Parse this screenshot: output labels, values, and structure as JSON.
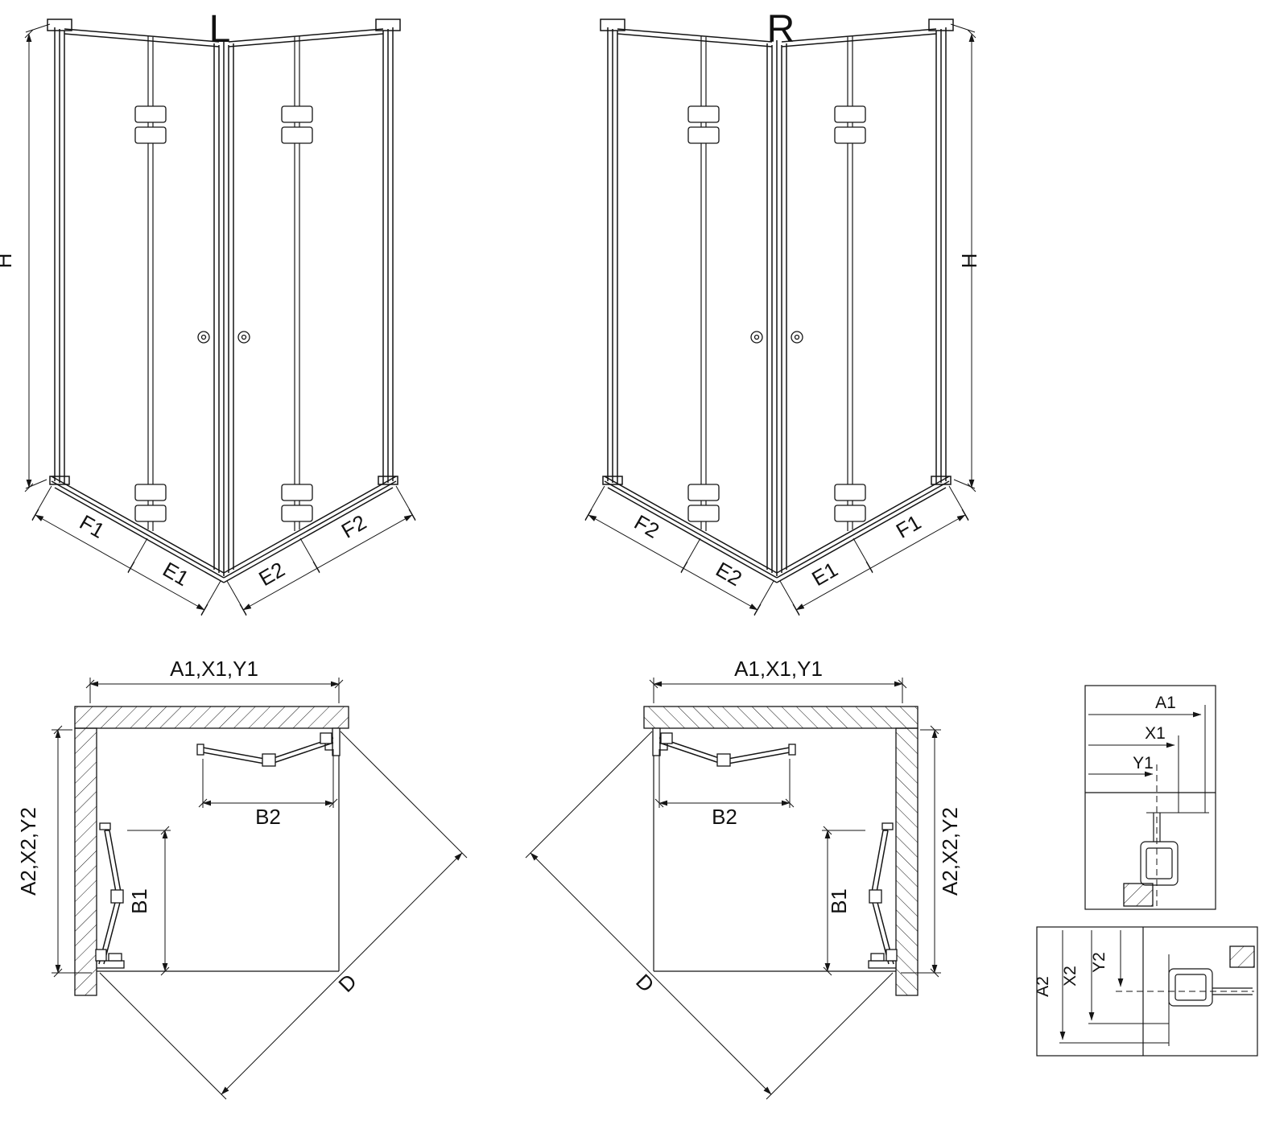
{
  "figure": {
    "views": {
      "left": {
        "label": "L"
      },
      "right": {
        "label": "R"
      }
    },
    "dimensions": {
      "height": "H",
      "f1": "F1",
      "e1": "E1",
      "e2": "E2",
      "f2": "F2",
      "width_top": "A1,X1,Y1",
      "depth_side": "A2,X2,Y2",
      "b1": "B1",
      "b2": "B2",
      "diagonal": "D"
    },
    "detail_top": {
      "a1": "A1",
      "x1": "X1",
      "y1": "Y1"
    },
    "detail_bottom": {
      "a2": "A2",
      "x2": "X2",
      "y2": "Y2"
    }
  }
}
